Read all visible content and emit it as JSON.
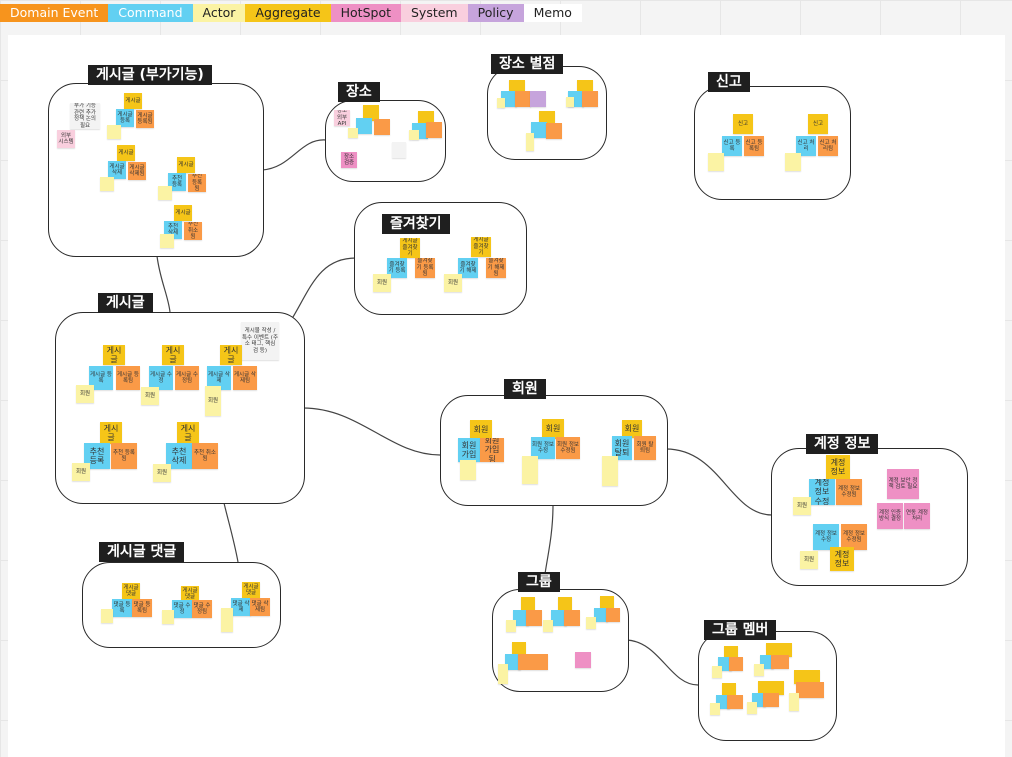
{
  "legend": [
    {
      "label": "Domain Event",
      "color": "#f7941d",
      "light": true
    },
    {
      "label": "Command",
      "color": "#62d0f2",
      "light": true
    },
    {
      "label": "Actor",
      "color": "#fbf3a4",
      "light": false
    },
    {
      "label": "Aggregate",
      "color": "#f5c518",
      "light": false
    },
    {
      "label": "HotSpot",
      "color": "#ee90c4",
      "light": false
    },
    {
      "label": "System",
      "color": "#f9cfde",
      "light": false
    },
    {
      "label": "Policy",
      "color": "#c6a4dc",
      "light": false
    },
    {
      "label": "Memo",
      "color": "#ffffff",
      "light": false
    }
  ],
  "frames": {
    "post_extra": "게시글 (부가기능)",
    "place": "장소",
    "place_star": "장소 별점",
    "report": "신고",
    "favorite": "즐겨찾기",
    "post": "게시글",
    "member": "회원",
    "account": "계정 정보",
    "comment": "게시글 댓글",
    "group": "그룹",
    "group_member": "그룹 멤버"
  },
  "notes": {
    "post_aggregate": "게시글",
    "post_create": "게시글 등록",
    "post_created": "게시글 등록됨",
    "post_edit": "게시글 수정",
    "post_edited": "게시글 수정됨",
    "post_delete": "게시글 삭제",
    "post_deleted": "게시글 삭제됨",
    "member_actor": "회원",
    "recommend_add": "추천 등록",
    "recommend_added": "추천 등록 됨",
    "recommend_del": "추천 삭제",
    "recommend_cancelled": "추천 취소 됨",
    "post_memo": "게시물 작성 / 특수 이벤트 (주소 태그, 핵심 검 등)",
    "member_aggregate": "회원",
    "member_join": "회원 가입",
    "member_joined": "회원 가입됨",
    "member_edit": "회원 정보 수정",
    "member_edited": "회원 정보 수정됨",
    "member_leave": "회원 탈퇴",
    "member_left": "회원 탈퇴됨",
    "account_aggregate": "계정 정보",
    "account_edit": "계정 정보 수정",
    "account_edited": "계정 정보 수정됨",
    "account_hotspot_1": "계정 보안 정책 검토 필요",
    "account_hotspot_2": "계정 인증 방식 결정",
    "account_hotspot_3": "연동 계정 처리",
    "report_aggregate": "신고",
    "report_add": "신고 등록",
    "report_added": "신고 등록됨",
    "report_process": "신고 처리",
    "report_processed": "신고 처리됨",
    "fav_aggregate": "게시글 즐겨찾기",
    "fav_add": "즐겨찾기 등록",
    "fav_added": "즐겨찾기 등록됨",
    "fav_del": "즐겨찾기 해제",
    "fav_deleted": "즐겨찾기 해제됨",
    "comment_aggregate": "게시글 댓글",
    "comment_add": "댓글 등록",
    "comment_added": "댓글 등록됨",
    "comment_edit": "댓글 수정",
    "comment_edited": "댓글 수정됨",
    "comment_del": "댓글 삭제",
    "comment_deleted": "댓글 삭제됨",
    "extra_memo": "부가 기능 관련 추가 정책 논의 필요",
    "extra_system": "외부 시스템",
    "place_system": "장소 외부 API",
    "place_hotspot": "장소 검증"
  }
}
